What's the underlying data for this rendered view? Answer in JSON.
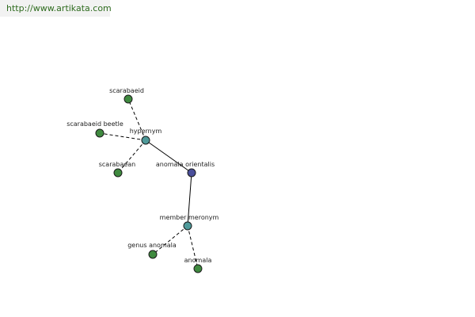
{
  "header": {
    "url": "http://www.artikata.com"
  },
  "graph": {
    "colors": {
      "focus": "#4a4f9b",
      "relation": "#4f9a9a",
      "term": "#3f8a3f",
      "edge": "#000000"
    },
    "nodes": [
      {
        "id": "anomala-orientalis",
        "label": "anomala orientalis",
        "kind": "focus"
      },
      {
        "id": "hypernym",
        "label": "hypernym",
        "kind": "relation"
      },
      {
        "id": "member-meronym",
        "label": "member meronym",
        "kind": "relation"
      },
      {
        "id": "scarabaeid",
        "label": "scarabaeid",
        "kind": "term"
      },
      {
        "id": "scarabaeid-beetle",
        "label": "scarabaeid beetle",
        "kind": "term"
      },
      {
        "id": "scarabaean",
        "label": "scarabaean",
        "kind": "term"
      },
      {
        "id": "genus-anomala",
        "label": "genus anomala",
        "kind": "term"
      },
      {
        "id": "anomala",
        "label": "anomala",
        "kind": "term"
      }
    ],
    "edges": [
      {
        "from": "hypernym",
        "to": "anomala-orientalis",
        "style": "solid"
      },
      {
        "from": "member-meronym",
        "to": "anomala-orientalis",
        "style": "solid"
      },
      {
        "from": "hypernym",
        "to": "scarabaeid",
        "style": "dashed"
      },
      {
        "from": "hypernym",
        "to": "scarabaeid-beetle",
        "style": "dashed"
      },
      {
        "from": "hypernym",
        "to": "scarabaean",
        "style": "dashed"
      },
      {
        "from": "member-meronym",
        "to": "genus-anomala",
        "style": "dashed"
      },
      {
        "from": "member-meronym",
        "to": "anomala",
        "style": "dashed"
      }
    ]
  }
}
